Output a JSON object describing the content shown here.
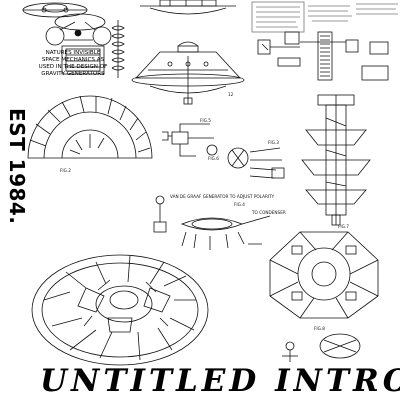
{
  "side_text": "EST 1984.",
  "caption": "NATURES INVISIBLE SPACE MECHANICS AS USED IN THE DESIGN OF GRAVITY GENERATORS",
  "title": "UNTITLED INTRO",
  "fig_labels": {
    "fig2": "FIG.2",
    "fig3": "FIG.3",
    "fig4": "FIG.4",
    "fig5": "FIG.5",
    "fig6": "FIG.6",
    "fig7": "FIG.7",
    "fig8": "FIG.8"
  },
  "annotation": "VAN DE GRAAF GENERATOR TO ADJUST POLARITY",
  "annotation2": "TO CONDENSER"
}
